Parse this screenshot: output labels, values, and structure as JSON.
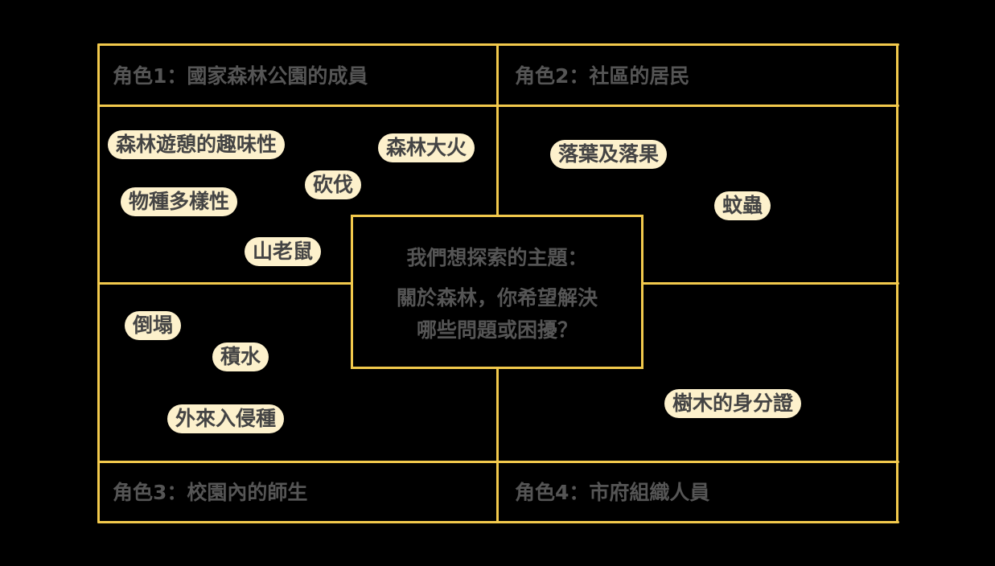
{
  "roles": {
    "role1": "角色1：國家森林公園的成員",
    "role2": "角色2：社區的居民",
    "role3": "角色3：校園內的師生",
    "role4": "角色4：市府組織人員"
  },
  "center": {
    "title": "我們想探索的主題：",
    "question_line1": "關於森林，你希望解決",
    "question_line2": "哪些問題或困擾？"
  },
  "quadrant_top_left": {
    "tags": [
      "森林遊憩的趣味性",
      "森林大火",
      "砍伐",
      "物種多樣性",
      "山老鼠"
    ]
  },
  "quadrant_top_right": {
    "tags": [
      "落葉及落果",
      "蚊蟲"
    ]
  },
  "quadrant_bottom_left": {
    "tags": [
      "倒塌",
      "積水",
      "外來入侵種"
    ]
  },
  "quadrant_bottom_right": {
    "tags": [
      "樹木的身分證"
    ]
  },
  "colors": {
    "background": "#000000",
    "grid_line": "#f2c94c",
    "tag_fill": "#fdf1cc",
    "label_text": "#555555"
  }
}
